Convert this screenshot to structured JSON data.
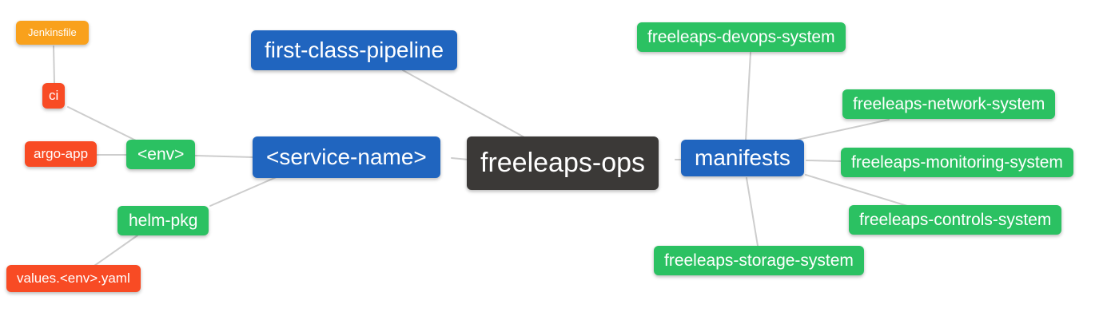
{
  "palette": {
    "root_bg": "#3b3937",
    "branch_blue": "#2065bf",
    "leaf_green": "#2bc162",
    "leaf_red": "#f84b24",
    "leaf_orange": "#f9a11c",
    "node_text": "#ffffff",
    "edge_line": "#cdcdcd",
    "background": "#ffffff"
  },
  "nodes": {
    "root": {
      "label": "freeleaps-ops",
      "color": "dark"
    },
    "pipeline": {
      "label": "first-class-pipeline",
      "color": "blue"
    },
    "service": {
      "label": "<service-name>",
      "color": "blue"
    },
    "manifests": {
      "label": "manifests",
      "color": "blue"
    },
    "env": {
      "label": "<env>",
      "color": "green"
    },
    "helm_pkg": {
      "label": "helm-pkg",
      "color": "green"
    },
    "ci": {
      "label": "ci",
      "color": "red"
    },
    "argo_app": {
      "label": "argo-app",
      "color": "red"
    },
    "jenkinsfile": {
      "label": "Jenkinsfile",
      "color": "orange"
    },
    "values_yaml": {
      "label": "values.<env>.yaml",
      "color": "red"
    },
    "devops_system": {
      "label": "freeleaps-devops-system",
      "color": "green"
    },
    "network_system": {
      "label": "freeleaps-network-system",
      "color": "green"
    },
    "monitoring_system": {
      "label": "freeleaps-monitoring-system",
      "color": "green"
    },
    "controls_system": {
      "label": "freeleaps-controls-system",
      "color": "green"
    },
    "storage_system": {
      "label": "freeleaps-storage-system",
      "color": "green"
    }
  },
  "edges": [
    {
      "from": "jenkinsfile",
      "to": "ci"
    },
    {
      "from": "ci",
      "to": "env"
    },
    {
      "from": "argo_app",
      "to": "env"
    },
    {
      "from": "env",
      "to": "service"
    },
    {
      "from": "helm_pkg",
      "to": "service"
    },
    {
      "from": "values_yaml",
      "to": "helm_pkg"
    },
    {
      "from": "pipeline",
      "to": "root"
    },
    {
      "from": "service",
      "to": "root"
    },
    {
      "from": "root",
      "to": "manifests"
    },
    {
      "from": "manifests",
      "to": "devops_system"
    },
    {
      "from": "manifests",
      "to": "network_system"
    },
    {
      "from": "manifests",
      "to": "monitoring_system"
    },
    {
      "from": "manifests",
      "to": "controls_system"
    },
    {
      "from": "manifests",
      "to": "storage_system"
    }
  ]
}
